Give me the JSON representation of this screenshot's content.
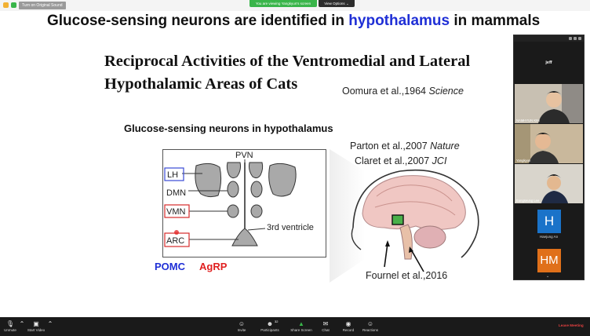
{
  "window": {
    "original_sound_label": "Turn on Original Sound",
    "viewing_banner": "You are viewing Yangkyun's screen",
    "view_options_label": "View Options",
    "view_options_caret": "⌄"
  },
  "slide": {
    "title_pre": "Glucose-sensing neurons are identified in ",
    "title_highlight": "hypothalamus",
    "title_post": " in mammals",
    "paper_title_line1": "Reciprocal Activities of the Ventromedial and Lateral",
    "paper_title_line2": "Hypothalamic Areas of Cats",
    "cite1_author": "Oomura et al.,1964 ",
    "cite1_journal": "Science",
    "subheading": "Glucose-sensing neurons in hypothalamus",
    "cite2_author": "Parton et al.,2007 ",
    "cite2_journal": "Nature",
    "cite3_author": "Claret et al.,2007 ",
    "cite3_journal": "JCI",
    "cite4": "Fournel et al.,2016",
    "diagram": {
      "pvn": "PVN",
      "lh": "LH",
      "dmn": "DMN",
      "vmn": "VMN",
      "arc": "ARC",
      "third_ventricle": "3rd ventricle"
    },
    "legend_pomc": "POMC",
    "legend_agrp": "AgRP"
  },
  "panel": {
    "top_name": "jeff",
    "tiles": [
      {
        "label": "NAMHYUN KIM"
      },
      {
        "label": "Yangkyun"
      },
      {
        "label": "Eungseung Lee"
      }
    ],
    "avatars": [
      {
        "letter": "H",
        "name": "Haejung An",
        "color": "#1a73c9"
      },
      {
        "letter": "HM",
        "name": "",
        "color": "#e0701a"
      }
    ],
    "scroll_icon": "chevron-down-icon"
  },
  "toolbar": {
    "unmute": "Unmute",
    "start_video": "Start Video",
    "invite": "Invite",
    "participants": "Participants",
    "participants_count": "32",
    "share_screen": "Share Screen",
    "chat": "Chat",
    "record": "Record",
    "reactions": "Reactions",
    "leave": "Leave Meeting"
  },
  "colors": {
    "highlight_blue": "#1f2fd6",
    "agrp_red": "#e02020",
    "zoom_green": "#39b54a",
    "toolbar_bg": "#1a1a1a",
    "leave_red": "#e34040"
  }
}
